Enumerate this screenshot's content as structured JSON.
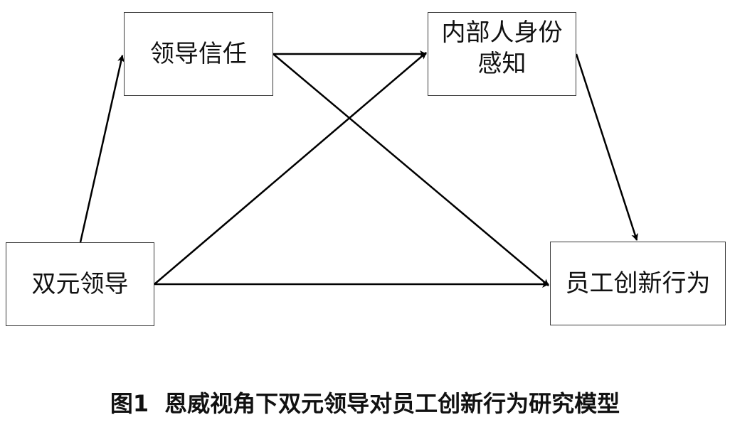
{
  "nodes": {
    "leader_trust": "领导信任",
    "insider_identity": "内部人身份\n感知",
    "dual_leadership": "双元领导",
    "employee_innovation": "员工创新行为"
  },
  "caption": {
    "figure_number": "图1",
    "title": "恩威视角下双元领导对员工创新行为研究模型"
  },
  "edges": [
    {
      "from": "双元领导",
      "to": "领导信任"
    },
    {
      "from": "双元领导",
      "to": "内部人身份感知"
    },
    {
      "from": "双元领导",
      "to": "员工创新行为"
    },
    {
      "from": "领导信任",
      "to": "内部人身份感知"
    },
    {
      "from": "领导信任",
      "to": "员工创新行为"
    },
    {
      "from": "内部人身份感知",
      "to": "员工创新行为"
    }
  ]
}
